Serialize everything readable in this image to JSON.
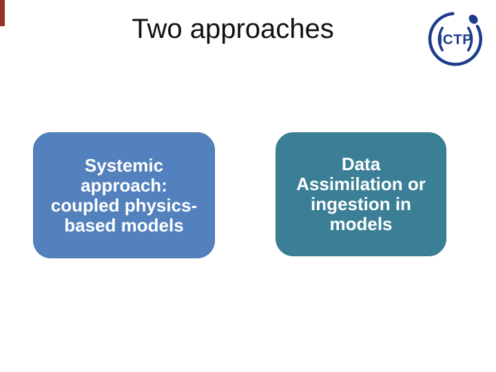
{
  "slide": {
    "title": "Two approaches",
    "title_color": "#111111",
    "background_color": "#ffffff",
    "accent_bar_color": "#96342b"
  },
  "logo": {
    "text": "ICTP",
    "color": "#1e3c8c"
  },
  "boxes": [
    {
      "name": "systemic-approach-box",
      "fill_color": "#5381bd",
      "text_color": "#ffffff",
      "lines": [
        "Systemic",
        "approach:",
        "coupled physics-",
        "based models"
      ]
    },
    {
      "name": "data-assimilation-box",
      "fill_color": "#3b7f96",
      "text_color": "#ffffff",
      "lines": [
        "Data",
        "Assimilation or",
        "ingestion in",
        "models"
      ]
    }
  ]
}
